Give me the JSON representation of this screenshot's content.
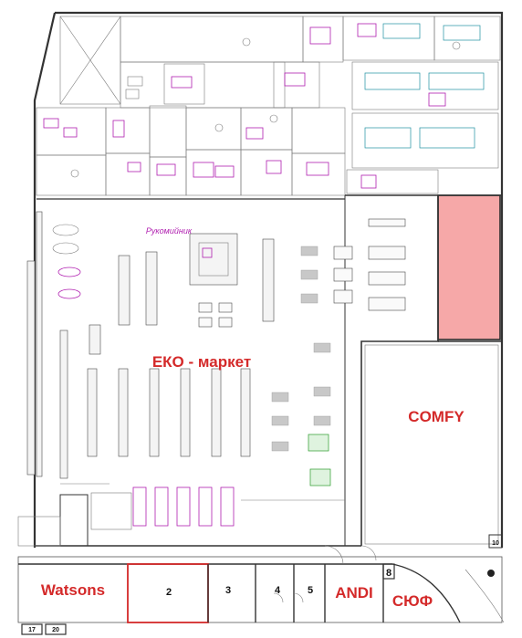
{
  "labels": {
    "eko_market": "ЕКО - маркет",
    "comfy": "COMFY",
    "watsons": "Watsons",
    "andi": "ANDI",
    "syuf": "СЮФ",
    "rukomyinyk": "Рукомийник",
    "unit_2": "2",
    "unit_3": "3",
    "unit_4": "4",
    "unit_5": "5",
    "unit_8": "8",
    "unit_10": "10",
    "tag_17": "17",
    "tag_20": "20"
  },
  "colors": {
    "label_red": "#d42a2a",
    "comfy_highlight": "#f6a8a8",
    "unit2_outline": "#d42a2a",
    "wall": "#2a2a2a"
  }
}
